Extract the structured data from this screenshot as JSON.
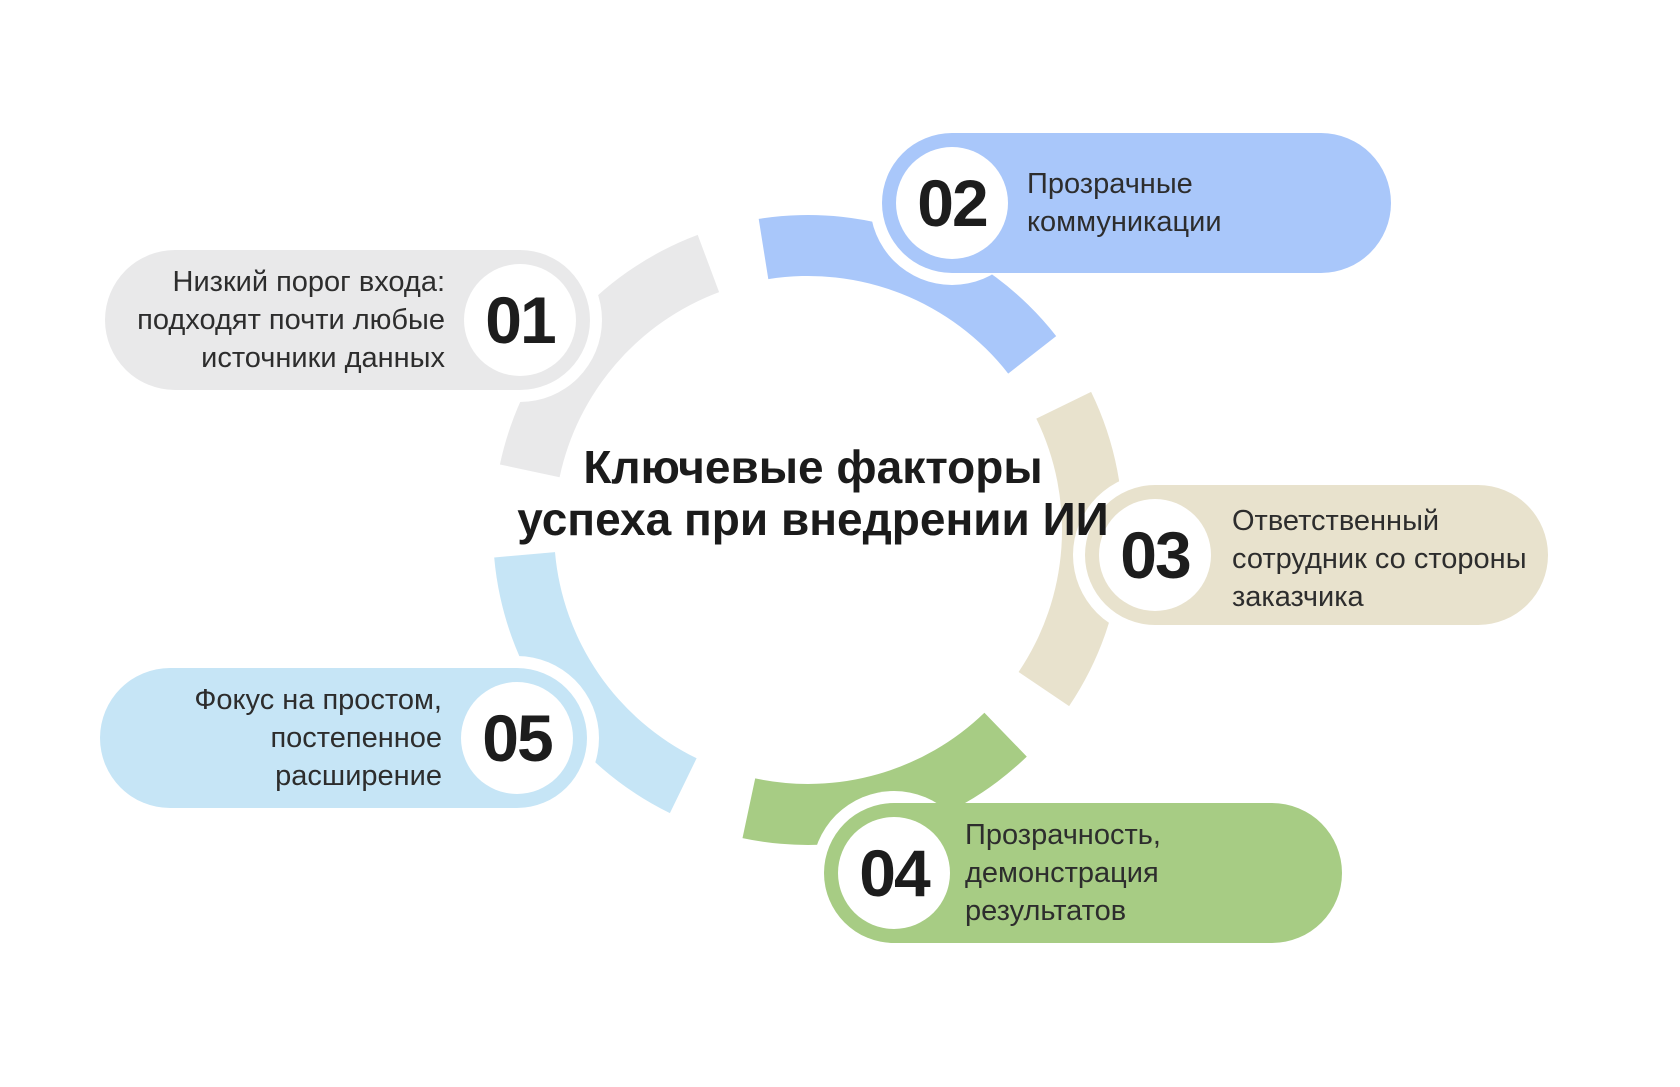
{
  "title": {
    "lines": [
      "Ключевые",
      "факторы успеха",
      "при внедрении ИИ"
    ],
    "color": "#1b1b1b"
  },
  "colors": {
    "background": "#ffffff",
    "badge_circle": "#ffffff",
    "badge_halo": "#ffffff",
    "number_text": "#1d1d1d",
    "body_text": "#2d2d2d"
  },
  "factors": [
    {
      "number": "01",
      "color": "#e9e9ea",
      "lines": [
        "Низкий порог входа:",
        "подходят почти любые",
        "источники данных"
      ]
    },
    {
      "number": "02",
      "color": "#a9c7fa",
      "lines": [
        "Прозрачные",
        "коммуникации",
        ""
      ]
    },
    {
      "number": "03",
      "color": "#e8e2cd",
      "lines": [
        "Ответственный",
        "сотрудник со стороны",
        "заказчика"
      ]
    },
    {
      "number": "04",
      "color": "#a7cc84",
      "lines": [
        "Прозрачность,",
        "демонстрация",
        "результатов"
      ]
    },
    {
      "number": "05",
      "color": "#c6e5f6",
      "lines": [
        "Фокус на простом,",
        "постепенное",
        "расширение"
      ]
    }
  ]
}
